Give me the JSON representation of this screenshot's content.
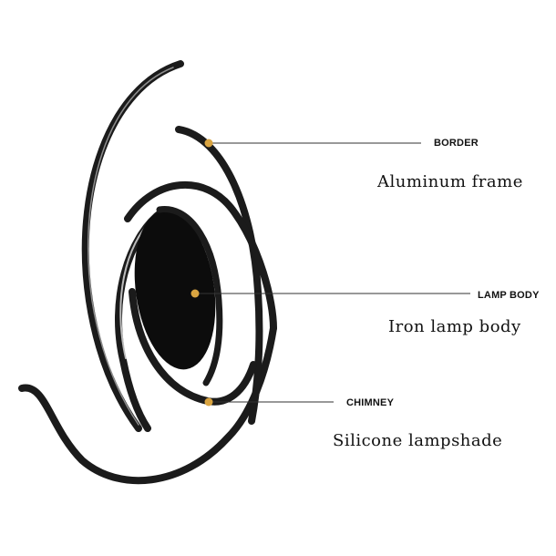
{
  "callouts": {
    "border": {
      "label": "BORDER",
      "description": "Aluminum frame"
    },
    "lamp_body": {
      "label": "LAMP BODY",
      "description": "Iron lamp body"
    },
    "chimney": {
      "label": "CHIMNEY",
      "description": "Silicone lampshade"
    }
  },
  "colors": {
    "frame": "#1b1b1b",
    "lamp_body": "#0c0c0c",
    "marker": "#d9a441",
    "leader_line": "#333333",
    "background": "#ffffff"
  }
}
